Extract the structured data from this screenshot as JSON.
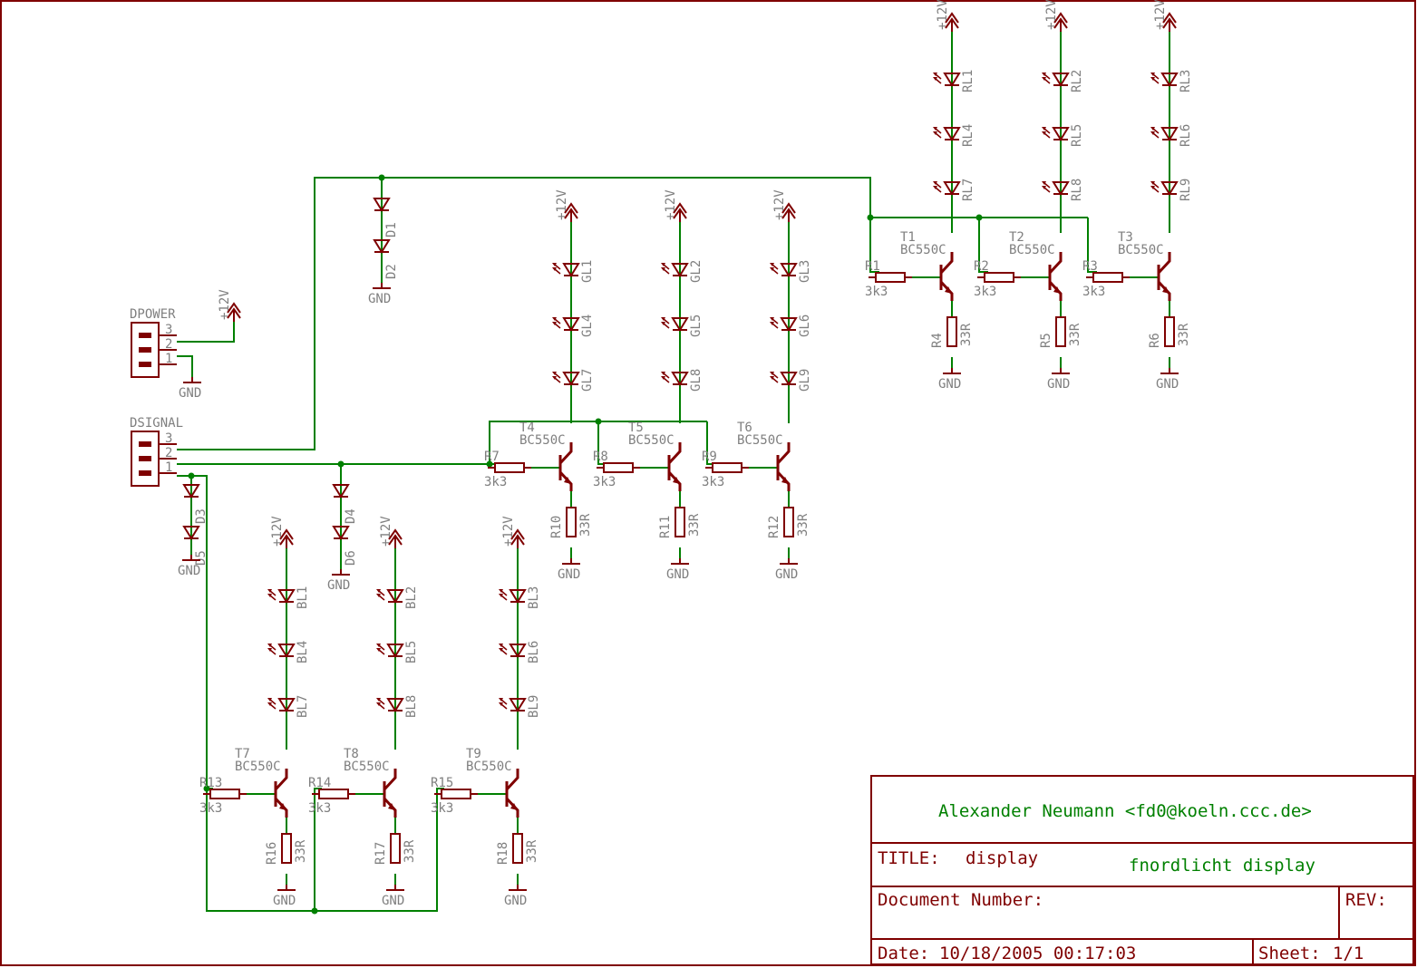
{
  "colors": {
    "wire": "#008000",
    "symbol": "#7f0000",
    "text": "#7f7f7f",
    "background": "#ffffff"
  },
  "supply": "+12V",
  "ground": "GND",
  "transistor_type": "BC550C",
  "base_resistor": "3k3",
  "emitter_resistor": "33R",
  "connectors": [
    {
      "name": "DPOWER",
      "pins": [
        "3",
        "2",
        "1"
      ]
    },
    {
      "name": "DSIGNAL",
      "pins": [
        "3",
        "2",
        "1"
      ]
    }
  ],
  "diodes": [
    "D1",
    "D2",
    "D3",
    "D5",
    "D4",
    "D6"
  ],
  "channels": [
    {
      "transistor": "T1",
      "base_r": "R1",
      "emit_r": "R4",
      "leds": [
        "RL1",
        "RL4",
        "RL7"
      ]
    },
    {
      "transistor": "T2",
      "base_r": "R2",
      "emit_r": "R5",
      "leds": [
        "RL2",
        "RL5",
        "RL8"
      ]
    },
    {
      "transistor": "T3",
      "base_r": "R3",
      "emit_r": "R6",
      "leds": [
        "RL3",
        "RL6",
        "RL9"
      ]
    },
    {
      "transistor": "T4",
      "base_r": "R7",
      "emit_r": "R10",
      "leds": [
        "GL1",
        "GL4",
        "GL7"
      ]
    },
    {
      "transistor": "T5",
      "base_r": "R8",
      "emit_r": "R11",
      "leds": [
        "GL2",
        "GL5",
        "GL8"
      ]
    },
    {
      "transistor": "T6",
      "base_r": "R9",
      "emit_r": "R12",
      "leds": [
        "GL3",
        "GL6",
        "GL9"
      ]
    },
    {
      "transistor": "T7",
      "base_r": "R13",
      "emit_r": "R16",
      "leds": [
        "BL1",
        "BL4",
        "BL7"
      ]
    },
    {
      "transistor": "T8",
      "base_r": "R14",
      "emit_r": "R17",
      "leds": [
        "BL2",
        "BL5",
        "BL8"
      ]
    },
    {
      "transistor": "T9",
      "base_r": "R15",
      "emit_r": "R18",
      "leds": [
        "BL3",
        "BL6",
        "BL9"
      ]
    }
  ],
  "title_block": {
    "author": "Alexander Neumann <fd0@koeln.ccc.de>",
    "title_label": "TITLE:",
    "title": "display",
    "subtitle": "fnordlicht display",
    "doc_number_label": "Document Number:",
    "rev_label": "REV:",
    "date_label": "Date:",
    "date": "10/18/2005 00:17:03",
    "sheet_label": "Sheet:",
    "sheet": "1/1"
  }
}
